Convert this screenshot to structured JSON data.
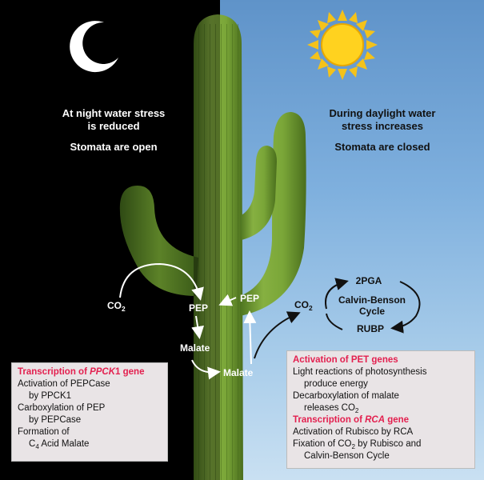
{
  "night_text": {
    "line1": "At night water stress",
    "line2": "is reduced",
    "line3": "Stomata are open"
  },
  "day_text": {
    "line1": "During daylight water",
    "line2": "stress increases",
    "line3": "Stomata are closed"
  },
  "labels": {
    "co2_left": "CO",
    "co2_left_sub": "2",
    "pep_left": "PEP",
    "pep_right": "PEP",
    "malate_center": "Malate",
    "malate_right": "Malate",
    "co2_right": "CO",
    "co2_right_sub": "2"
  },
  "calvin": {
    "top": "2PGA",
    "center_line1": "Calvin-Benson",
    "center_line2": "Cycle",
    "bottom": "RUBP"
  },
  "left_box": {
    "heading_pre": "Transcription of ",
    "heading_italic": "PPCK",
    "heading_post": "1 gene",
    "item1_line1": "Activation of PEPCase",
    "item1_line2": "by PPCK1",
    "item2_line1": "Carboxylation of PEP",
    "item2_line2": "by PEPCase",
    "item3_line1": "Formation of",
    "item3_line2_pre": "C",
    "item3_line2_sub": "4",
    "item3_line2_post": " Acid Malate"
  },
  "right_box": {
    "heading1": "Activation of PET genes",
    "item1_line1": "Light reactions of photosynthesis",
    "item1_line2": "produce energy",
    "item2_line1": "Decarboxylation of malate",
    "item2_line2_pre": "releases CO",
    "item2_line2_sub": "2",
    "heading2_pre": "Transcription of ",
    "heading2_italic": "RCA",
    "heading2_post": " gene",
    "item3": "Activation of Rubisco by RCA",
    "item4_pre": "Fixation of CO",
    "item4_sub": "2",
    "item4_post": " by Rubisco and",
    "item4_line2": "Calvin-Benson Cycle"
  },
  "colors": {
    "night_bg": "#000000",
    "heading_red": "#e3204f",
    "box_bg": "#e9e4e6",
    "cactus_green": "#6f9a2e"
  },
  "icons": [
    "moon-icon",
    "sun-icon",
    "cactus-illustration"
  ]
}
